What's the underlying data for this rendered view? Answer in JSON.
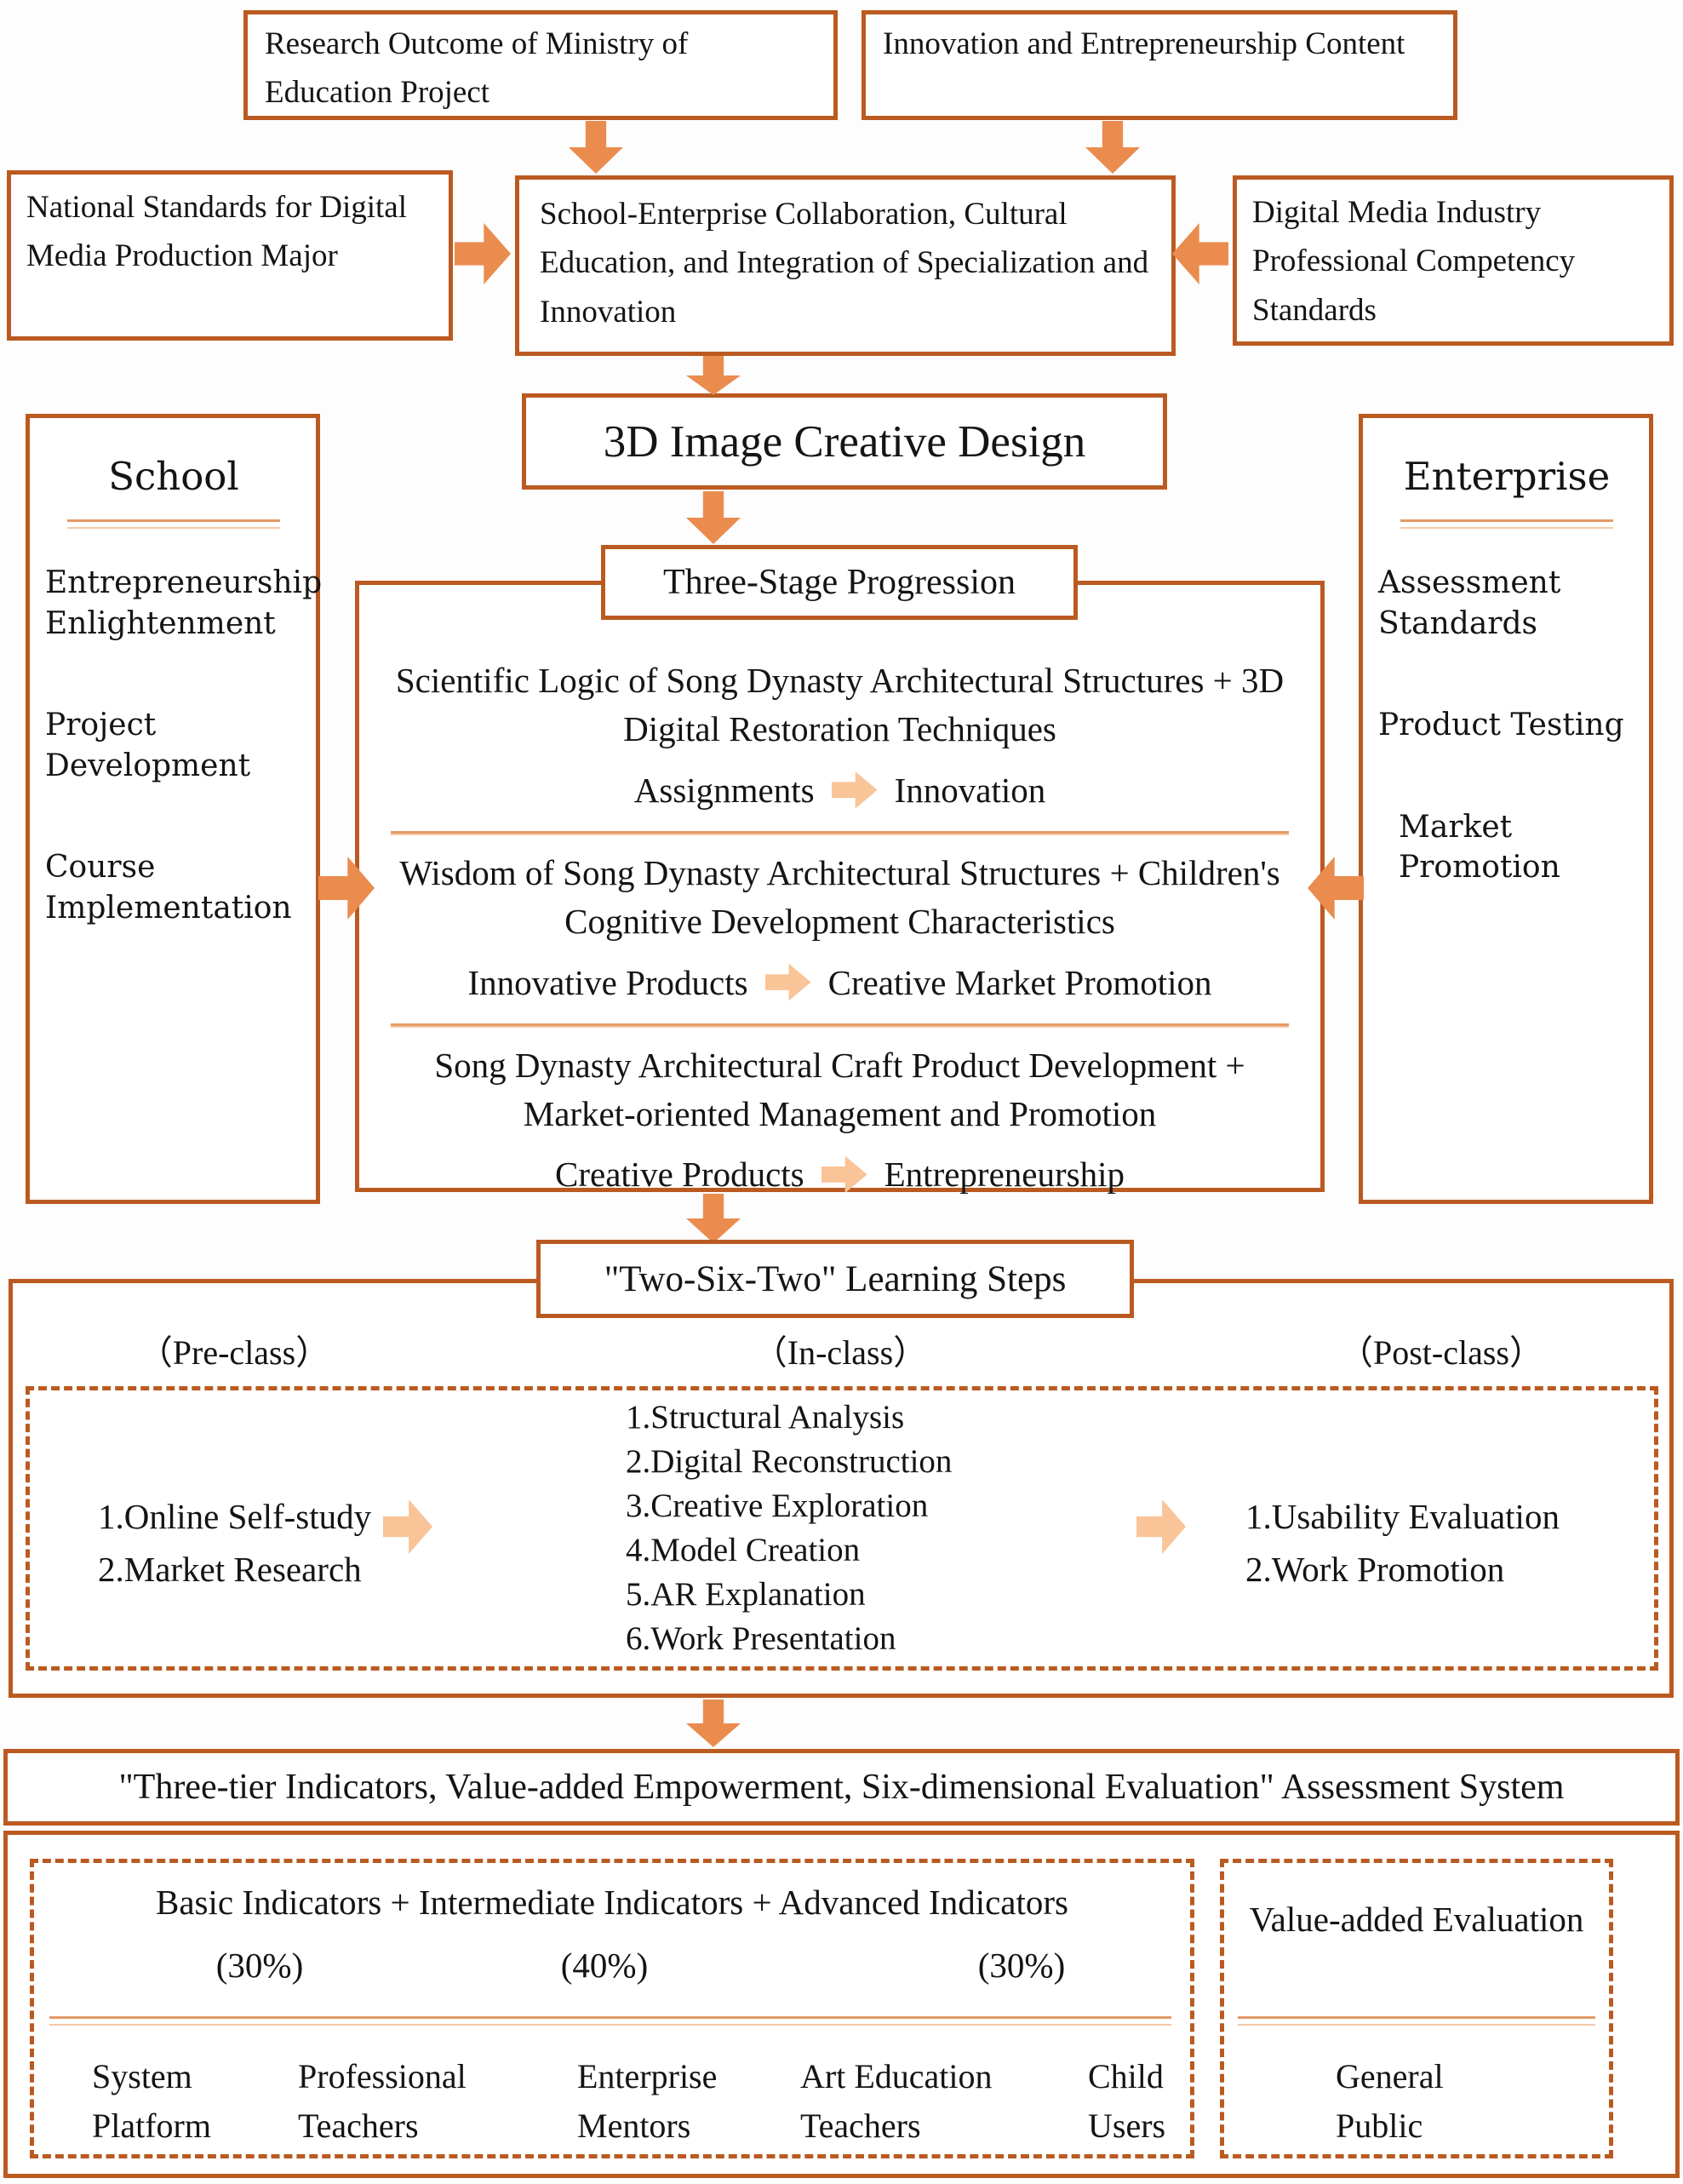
{
  "colors": {
    "border": "#BB5A20",
    "arrow": "#EB8C4F",
    "arrow_light": "#F9C498",
    "divider": "#E49A66",
    "divider_light": "#F5C9A8"
  },
  "top_row": {
    "research_box": "Research Outcome of Ministry of Education Project",
    "innovation_box": "Innovation and Entrepreneurship Content"
  },
  "standards_row": {
    "national_box": "National Standards for Digital Media Production Major",
    "center_box": "School-Enterprise Collaboration, Cultural Education, and Integration of Specialization and Innovation",
    "industry_box": "Digital Media Industry Professional Competency Standards"
  },
  "course_title": "3D Image Creative Design",
  "school": {
    "title": "School",
    "items": [
      "Entrepreneurship Enlightenment",
      "Project Development",
      "Course Implementation"
    ]
  },
  "enterprise": {
    "title": "Enterprise",
    "items": [
      "Assessment Standards",
      "Product Testing",
      "Market Promotion"
    ]
  },
  "stages": {
    "header": "Three-Stage Progression",
    "items": [
      {
        "text": "Scientific Logic of Song Dynasty Architectural Structures + 3D Digital Restoration Techniques",
        "from": "Assignments",
        "to": "Innovation"
      },
      {
        "text": "Wisdom of Song Dynasty Architectural Structures + Children's Cognitive Development Characteristics",
        "from": "Innovative Products",
        "to": "Creative Market Promotion"
      },
      {
        "text": "Song Dynasty Architectural Craft Product Development + Market-oriented Management and Promotion",
        "from": "Creative Products",
        "to": "Entrepreneurship"
      }
    ]
  },
  "learning": {
    "header": "\"Two-Six-Two\" Learning Steps",
    "phases": [
      {
        "label": "（Pre-class）",
        "items": [
          "1.Online Self-study",
          "2.Market Research"
        ]
      },
      {
        "label": "（In-class）",
        "items": [
          "1.Structural Analysis",
          "2.Digital Reconstruction",
          "3.Creative Exploration",
          "4.Model Creation",
          "5.AR Explanation",
          "6.Work Presentation"
        ]
      },
      {
        "label": "（Post-class）",
        "items": [
          "1.Usability Evaluation",
          "2.Work Promotion"
        ]
      }
    ]
  },
  "assessment": {
    "title": "\"Three-tier Indicators, Value-added Empowerment, Six-dimensional Evaluation\" Assessment System",
    "indicators_line": "Basic Indicators + Intermediate Indicators + Advanced Indicators",
    "percentages": [
      "(30%)",
      "(40%)",
      "(30%)"
    ],
    "roles": [
      "System Platform",
      "Professional Teachers",
      "Enterprise Mentors",
      "Art Education Teachers",
      "Child Users"
    ],
    "value_added": {
      "title": "Value-added Evaluation",
      "role": "General Public"
    }
  }
}
